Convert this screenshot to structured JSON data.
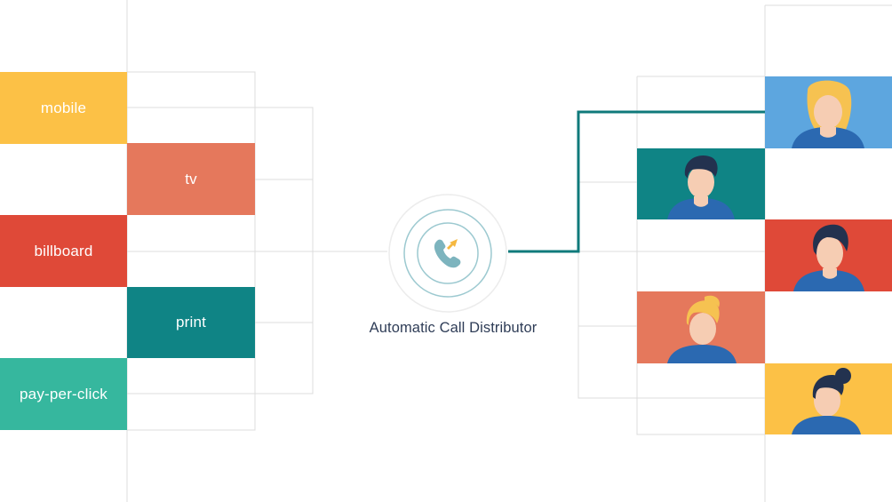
{
  "sources": [
    {
      "key": "mobile",
      "label": "mobile",
      "color": "#fcc146"
    },
    {
      "key": "tv",
      "label": "tv",
      "color": "#e5785c"
    },
    {
      "key": "billboard",
      "label": "billboard",
      "color": "#df4938"
    },
    {
      "key": "print",
      "label": "print",
      "color": "#0f8485"
    },
    {
      "key": "pay-per-click",
      "label": "pay-per-click",
      "color": "#36b79e"
    }
  ],
  "hub": {
    "caption": "Automatic Call Distributor",
    "icon": "phone-transfer-icon",
    "ring_color": "#9cc9d0",
    "phone_color": "#7db4be",
    "arrow_color": "#f5b840"
  },
  "agents": [
    {
      "key": "agent-1",
      "icon": "woman-blonde-avatar",
      "bg": "#5da6df",
      "hair": "#f6c251",
      "shirt": "#2b69b1"
    },
    {
      "key": "agent-2",
      "icon": "man-dark-hair-avatar",
      "bg": "#0f8485",
      "hair": "#23324f",
      "shirt": "#2b69b1"
    },
    {
      "key": "agent-3",
      "icon": "man-dark-hair-avatar",
      "bg": "#df4938",
      "hair": "#23324f",
      "shirt": "#2b69b1"
    },
    {
      "key": "agent-4",
      "icon": "woman-ponytail-avatar",
      "bg": "#e5785c",
      "hair": "#f6c251",
      "shirt": "#2b69b1"
    },
    {
      "key": "agent-5",
      "icon": "woman-bun-avatar",
      "bg": "#fcc146",
      "hair": "#23324f",
      "shirt": "#2b69b1"
    }
  ],
  "connection_color": "#0f7a7b"
}
